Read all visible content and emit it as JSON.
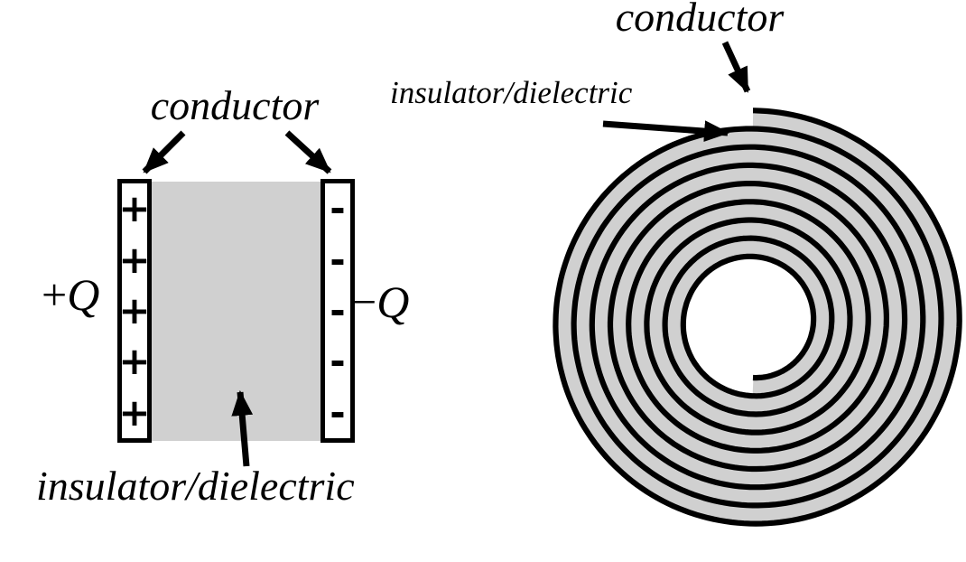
{
  "colors": {
    "conductor": "#000000",
    "dielectric": "#d0d0d0",
    "background": "#ffffff"
  },
  "parallel_plate": {
    "conductor_label": "conductor",
    "dielectric_label": "insulator/dielectric",
    "positive_charge": {
      "sign": "+",
      "symbol": "Q"
    },
    "negative_charge": {
      "sign": "−",
      "symbol": "Q"
    },
    "left_plate_symbols": [
      "+",
      "+",
      "+",
      "+",
      "+"
    ],
    "right_plate_symbols": [
      "-",
      "-",
      "-",
      "-",
      "-"
    ]
  },
  "rolled": {
    "conductor_label": "conductor",
    "dielectric_label": "insulator/dielectric"
  }
}
